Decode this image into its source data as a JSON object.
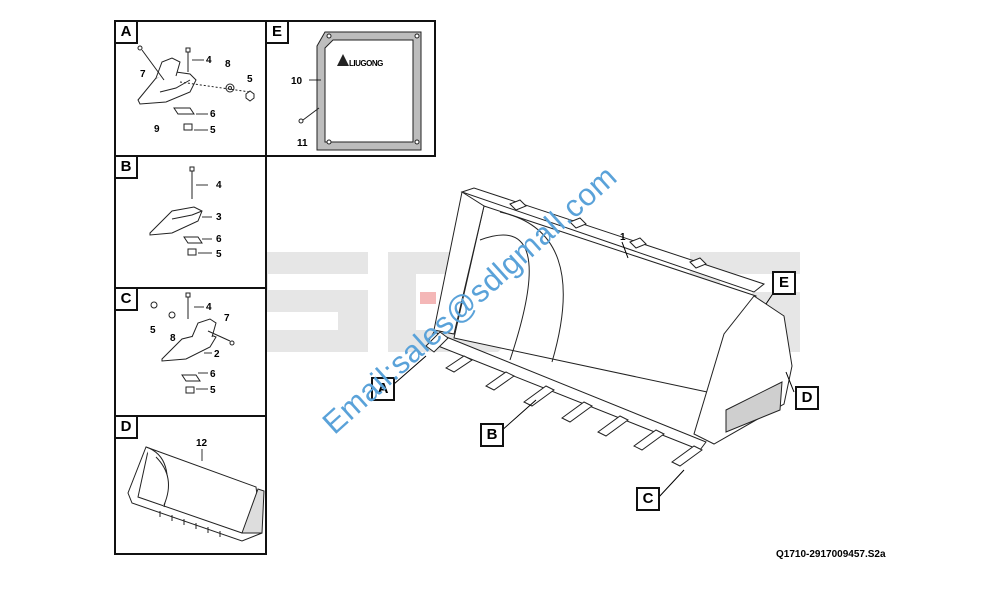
{
  "panels": {
    "A": {
      "tag": "A",
      "callouts": [
        "4",
        "7",
        "8",
        "5",
        "9",
        "6",
        "5"
      ]
    },
    "B": {
      "tag": "B",
      "callouts": [
        "4",
        "3",
        "6",
        "5"
      ]
    },
    "C": {
      "tag": "C",
      "callouts": [
        "4",
        "5",
        "7",
        "8",
        "2",
        "6",
        "5"
      ]
    },
    "D": {
      "tag": "D",
      "callouts": [
        "12"
      ]
    },
    "E": {
      "tag": "E",
      "callouts": [
        "10",
        "11"
      ]
    }
  },
  "plate_logo_text": "LIUGONG",
  "main_view": {
    "part_number": "1",
    "callouts": {
      "A": "A",
      "B": "B",
      "C": "C",
      "D": "D",
      "E": "E"
    }
  },
  "watermark": {
    "logo_text": "SDLG",
    "email_text": "Email:sales@sdlgmall.com"
  },
  "reference_code": "Q1710-2917009457.S2a"
}
